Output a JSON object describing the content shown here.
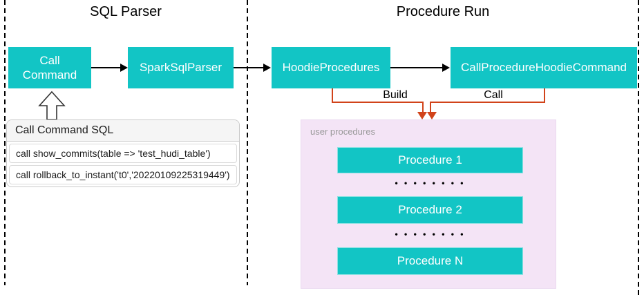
{
  "diagram": {
    "lanes": [
      {
        "title": "SQL Parser"
      },
      {
        "title": "Procedure Run"
      }
    ],
    "nodes": {
      "call_command": "Call Command",
      "spark_sql_parser": "SparkSqlParser",
      "hoodie_procedures": "HoodieProcedures",
      "call_procedure_hoodie_command": "CallProcedureHoodieCommand"
    },
    "sql_panel": {
      "title": "Call Command SQL",
      "statements": [
        "call show_commits(table => 'test_hudi_table')",
        "call rollback_to_instant('t0','20220109225319449')"
      ]
    },
    "connectors": {
      "build_label": "Build",
      "call_label": "Call"
    },
    "user_procedures": {
      "title": "user procedures",
      "items": [
        "Procedure 1",
        "Procedure 2",
        "Procedure N"
      ],
      "dots": "• • • • • • • •"
    },
    "colors": {
      "node_teal": "#12C5C5",
      "connector_orange": "#D1431A",
      "panel_pink": "#F4E4F6",
      "muted_gray": "#999999"
    }
  }
}
